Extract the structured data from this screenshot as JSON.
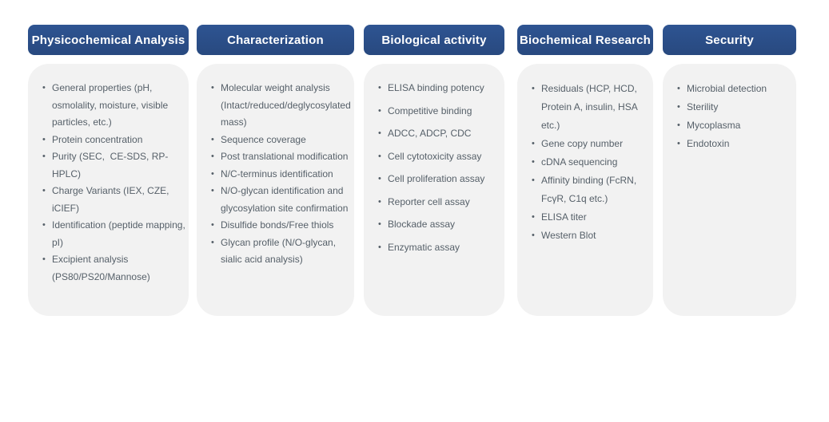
{
  "board": {
    "bullet_glyph": "•",
    "columns": [
      {
        "title": "Physicochemical Analysis",
        "items": [
          "General properties (pH, osmolality, moisture, visible particles, etc.)",
          "Protein concentration",
          "Purity (SEC,  CE-SDS, RP-HPLC)",
          "Charge Variants (IEX, CZE, iCIEF)",
          "Identification (peptide mapping, pI)",
          "Excipient analysis (PS80/PS20/Mannose)"
        ]
      },
      {
        "title": "Characterization",
        "items": [
          "Molecular weight analysis (Intact/reduced/deglycosylated mass)",
          "Sequence coverage",
          "Post translational modification",
          "N/C-terminus identification",
          "N/O-glycan identification and glycosylation site confirmation",
          "Disulfide bonds/Free thiols",
          "Glycan profile (N/O-glycan, sialic acid analysis)"
        ]
      },
      {
        "title": "Biological activity",
        "items": [
          "ELISA binding potency",
          "Competitive binding",
          "ADCC, ADCP, CDC",
          "Cell cytotoxicity assay",
          "Cell proliferation assay",
          "Reporter cell assay",
          "Blockade assay",
          "Enzymatic assay"
        ]
      },
      {
        "title": "Biochemical Research",
        "items": [
          "Residuals (HCP, HCD, Protein A, insulin, HSA etc.)",
          "Gene copy number",
          "cDNA sequencing",
          "Affinity binding (FcRN, FcγR, C1q etc.)",
          "ELISA titer",
          "Western Blot"
        ]
      },
      {
        "title": "Security",
        "items": [
          "Microbial detection",
          "Sterility",
          "Mycoplasma",
          "Endotoxin"
        ]
      }
    ]
  },
  "colors": {
    "header_bg": "#2e5492",
    "header_bg2": "#28497f",
    "header_text": "#ffffff",
    "body_bg": "#f2f2f2",
    "item_text": "#566069"
  }
}
